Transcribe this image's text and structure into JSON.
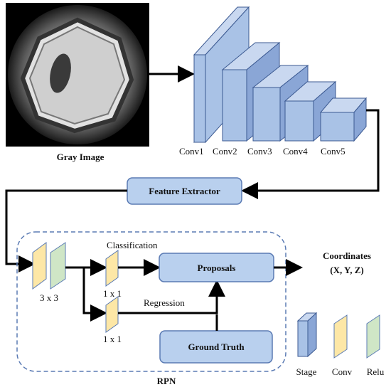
{
  "image": {
    "caption": "Gray Image"
  },
  "backbone": {
    "stages": [
      "Conv1",
      "Conv2",
      "Conv3",
      "Conv4",
      "Conv5"
    ]
  },
  "feature_extractor": {
    "label": "Feature Extractor"
  },
  "rpn": {
    "title": "RPN",
    "conv_3x3_label": "3 x 3",
    "classification_label": "Classification",
    "regression_label": "Regression",
    "conv_cls_label": "1 x 1",
    "conv_reg_label": "1 x 1",
    "proposals_label": "Proposals",
    "ground_truth_label": "Ground Truth"
  },
  "output": {
    "line1": "Coordinates",
    "line2": "(X, Y, Z)"
  },
  "legend": {
    "stage": "Stage",
    "conv": "Conv",
    "relu": "Relu"
  },
  "colors": {
    "stage_front": "#a9c2e6",
    "stage_side": "#8aa6d6",
    "stage_top": "#c9d8f0",
    "conv_fill": "#fde7a6",
    "relu_fill": "#cfe6c6",
    "box_fill": "#b9d0ee",
    "box_stroke": "#5b7bb4",
    "arrow": "#000000"
  }
}
